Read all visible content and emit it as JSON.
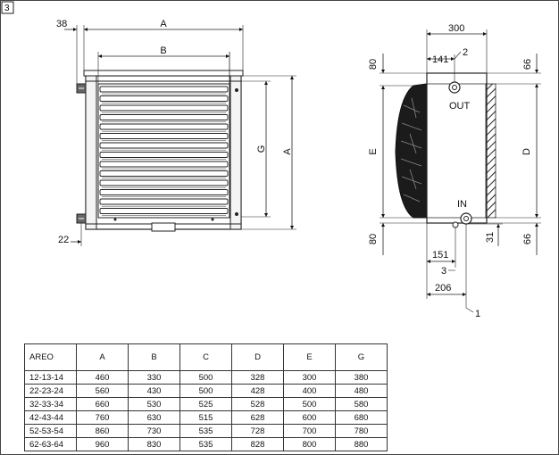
{
  "figure_number": "3",
  "front_view": {
    "labels": {
      "a": "A",
      "b": "B",
      "g": "G",
      "a_side": "A"
    },
    "dims": {
      "top_offset": "38",
      "bottom_offset": "22"
    }
  },
  "side_view": {
    "labels": {
      "e": "E",
      "d": "D",
      "out": "OUT",
      "in": "IN"
    },
    "dims": {
      "depth": "300",
      "top_offset_141": "141",
      "top_left_80": "80",
      "top_right_66": "66",
      "bottom_left_80": "80",
      "bottom_right_66": "66",
      "bottom_31": "31",
      "dim_151": "151",
      "dim_206": "206"
    },
    "callouts": {
      "c1": "1",
      "c2": "2",
      "c3": "3"
    }
  },
  "table": {
    "headers": [
      "AREO",
      "A",
      "B",
      "C",
      "D",
      "E",
      "G"
    ],
    "rows": [
      [
        "12-13-14",
        "460",
        "330",
        "500",
        "328",
        "300",
        "380"
      ],
      [
        "22-23-24",
        "560",
        "430",
        "500",
        "428",
        "400",
        "480"
      ],
      [
        "32-33-34",
        "660",
        "530",
        "525",
        "528",
        "500",
        "580"
      ],
      [
        "42-43-44",
        "760",
        "630",
        "515",
        "628",
        "600",
        "680"
      ],
      [
        "52-53-54",
        "860",
        "730",
        "535",
        "728",
        "700",
        "780"
      ],
      [
        "62-63-64",
        "960",
        "830",
        "535",
        "828",
        "800",
        "880"
      ]
    ]
  }
}
